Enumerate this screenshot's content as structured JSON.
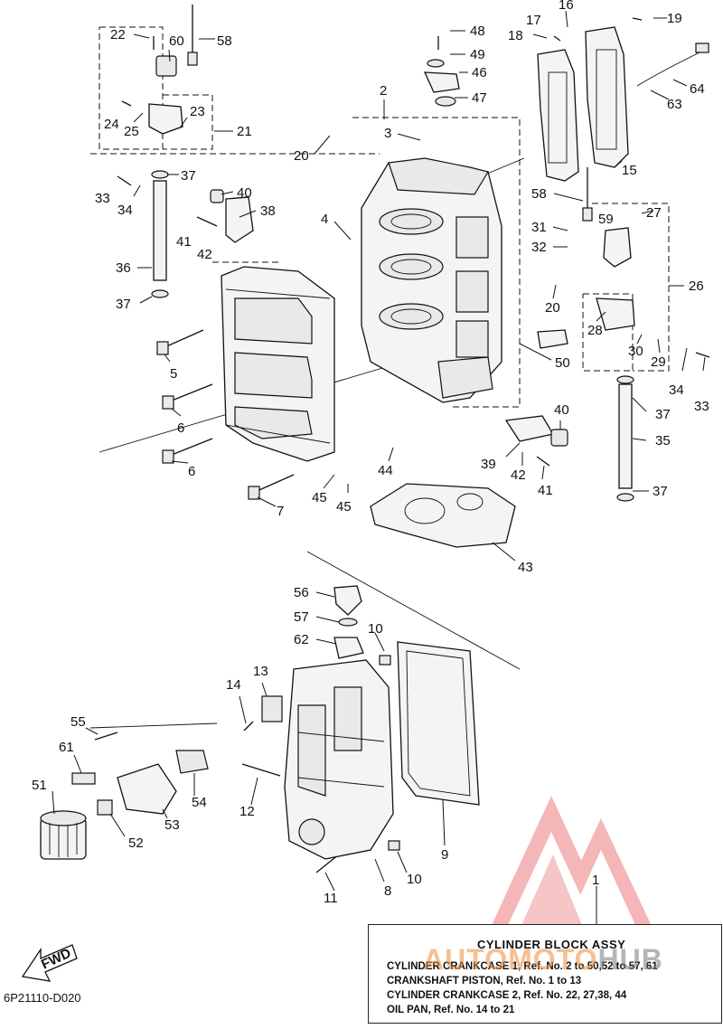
{
  "diagram": {
    "code": "6P21110-D020",
    "fwd_label": "FWD",
    "callouts": [
      {
        "id": "c22",
        "text": "22"
      },
      {
        "id": "c60",
        "text": "60"
      },
      {
        "id": "c58a",
        "text": "58"
      },
      {
        "id": "c24",
        "text": "24"
      },
      {
        "id": "c25",
        "text": "25"
      },
      {
        "id": "c23",
        "text": "23"
      },
      {
        "id": "c21",
        "text": "21"
      },
      {
        "id": "c37a",
        "text": "37"
      },
      {
        "id": "c33a",
        "text": "33"
      },
      {
        "id": "c34a",
        "text": "34"
      },
      {
        "id": "c36",
        "text": "36"
      },
      {
        "id": "c37b",
        "text": "37"
      },
      {
        "id": "c40a",
        "text": "40"
      },
      {
        "id": "c38",
        "text": "38"
      },
      {
        "id": "c41a",
        "text": "41"
      },
      {
        "id": "c42a",
        "text": "42"
      },
      {
        "id": "c20a",
        "text": "20"
      },
      {
        "id": "c2",
        "text": "2"
      },
      {
        "id": "c3",
        "text": "3"
      },
      {
        "id": "c4",
        "text": "4"
      },
      {
        "id": "c48",
        "text": "48"
      },
      {
        "id": "c49",
        "text": "49"
      },
      {
        "id": "c46",
        "text": "46"
      },
      {
        "id": "c47",
        "text": "47"
      },
      {
        "id": "c16",
        "text": "16"
      },
      {
        "id": "c17",
        "text": "17"
      },
      {
        "id": "c18",
        "text": "18"
      },
      {
        "id": "c19",
        "text": "19"
      },
      {
        "id": "c64",
        "text": "64"
      },
      {
        "id": "c63",
        "text": "63"
      },
      {
        "id": "c15",
        "text": "15"
      },
      {
        "id": "c58b",
        "text": "58"
      },
      {
        "id": "c27",
        "text": "27"
      },
      {
        "id": "c31",
        "text": "31"
      },
      {
        "id": "c59",
        "text": "59"
      },
      {
        "id": "c32",
        "text": "32"
      },
      {
        "id": "c26",
        "text": "26"
      },
      {
        "id": "c20b",
        "text": "20"
      },
      {
        "id": "c28",
        "text": "28"
      },
      {
        "id": "c30",
        "text": "30"
      },
      {
        "id": "c29",
        "text": "29"
      },
      {
        "id": "c34b",
        "text": "34"
      },
      {
        "id": "c33b",
        "text": "33"
      },
      {
        "id": "c37c",
        "text": "37"
      },
      {
        "id": "c35",
        "text": "35"
      },
      {
        "id": "c37d",
        "text": "37"
      },
      {
        "id": "c50",
        "text": "50"
      },
      {
        "id": "c40b",
        "text": "40"
      },
      {
        "id": "c39",
        "text": "39"
      },
      {
        "id": "c42b",
        "text": "42"
      },
      {
        "id": "c41b",
        "text": "41"
      },
      {
        "id": "c5",
        "text": "5"
      },
      {
        "id": "c6a",
        "text": "6"
      },
      {
        "id": "c6b",
        "text": "6"
      },
      {
        "id": "c7",
        "text": "7"
      },
      {
        "id": "c45a",
        "text": "45"
      },
      {
        "id": "c45b",
        "text": "45"
      },
      {
        "id": "c44",
        "text": "44"
      },
      {
        "id": "c43",
        "text": "43"
      },
      {
        "id": "c56",
        "text": "56"
      },
      {
        "id": "c57",
        "text": "57"
      },
      {
        "id": "c62",
        "text": "62"
      },
      {
        "id": "c10a",
        "text": "10"
      },
      {
        "id": "c13",
        "text": "13"
      },
      {
        "id": "c14",
        "text": "14"
      },
      {
        "id": "c55",
        "text": "55"
      },
      {
        "id": "c61",
        "text": "61"
      },
      {
        "id": "c51",
        "text": "51"
      },
      {
        "id": "c52",
        "text": "52"
      },
      {
        "id": "c53",
        "text": "53"
      },
      {
        "id": "c54",
        "text": "54"
      },
      {
        "id": "c12",
        "text": "12"
      },
      {
        "id": "c9",
        "text": "9"
      },
      {
        "id": "c10b",
        "text": "10"
      },
      {
        "id": "c8",
        "text": "8"
      },
      {
        "id": "c11",
        "text": "11"
      },
      {
        "id": "c1",
        "text": "1"
      }
    ]
  },
  "legend": {
    "title": "CYLINDER  BLOCK ASSY",
    "lines": [
      "CYLINDER CRANKCASE 1, Ref. No. 2 to 50,52 to 57, 61",
      "CRANKSHAFT PISTON,  Ref. No. 1 to 13",
      "CYLINDER CRANKCASE 2, Ref. No. 22, 27,38, 44",
      "OIL PAN, Ref. No. 14 to 21"
    ]
  },
  "watermark": {
    "text_a": "AUTOMOTO",
    "text_b": "HUB",
    "color": "#e04040"
  }
}
